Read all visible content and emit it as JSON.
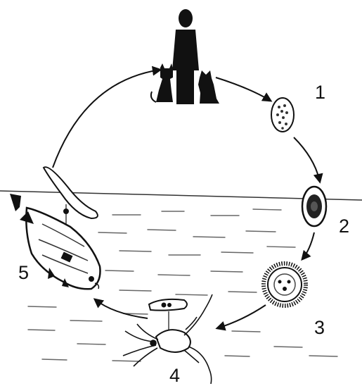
{
  "diagram": {
    "stages": [
      {
        "label": "1",
        "icon": "egg-icon"
      },
      {
        "label": "2",
        "icon": "embryonated-egg-icon"
      },
      {
        "label": "3",
        "icon": "coracidium-icon"
      },
      {
        "label": "4",
        "icon": "copepod-icon"
      },
      {
        "label": "5",
        "icon": "fish-icon"
      }
    ],
    "definitive_host_icons": [
      "human-silhouette-icon",
      "cat-icon",
      "dog-icon"
    ],
    "larva_icons": [
      "procercoid-larva-icon",
      "plerocercoid-larva-icon"
    ],
    "colors": {
      "ink": "#111111",
      "paper": "#ffffff"
    }
  }
}
